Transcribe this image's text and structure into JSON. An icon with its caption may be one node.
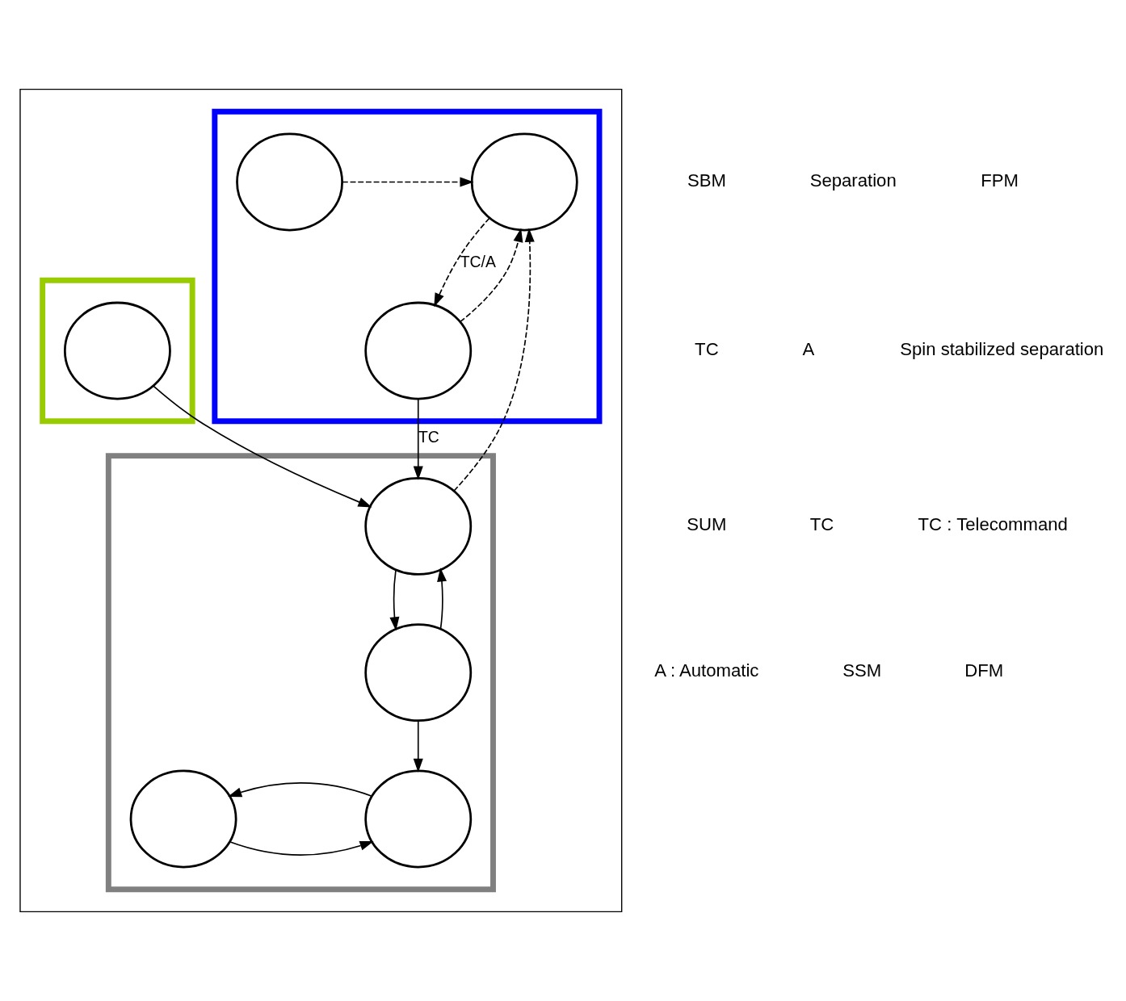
{
  "diagram": {
    "nodes": [
      {
        "text": [],
        "shape": "box"
      },
      {
        "text": [],
        "shape": "box",
        "in": 0
      },
      {
        "text": [],
        "shape": "box",
        "in": 0
      },
      {
        "text": [],
        "shape": "box",
        "in": 0
      },
      {
        "text": [],
        "shape": "circle",
        "in": 1
      },
      {
        "text": [],
        "shape": "circle",
        "in": 1
      },
      {
        "text": [],
        "shape": "circle",
        "in": 1
      },
      {
        "text": [],
        "shape": "circle",
        "in": 2
      },
      {
        "text": [],
        "shape": "circle",
        "in": 3
      },
      {
        "text": [],
        "shape": "circle",
        "in": 3
      },
      {
        "text": [],
        "shape": "circle",
        "in": 3
      },
      {
        "text": [],
        "shape": "circle",
        "in": 3
      }
    ],
    "edges": [
      {
        "from": 4,
        "to": 5,
        "arrow": "to",
        "style": "dashed"
      },
      {
        "from": 5,
        "to": 6,
        "arrow": "to",
        "style": "dashed",
        "label": "TC/A"
      },
      {
        "from": 6,
        "to": 5,
        "arrow": "to",
        "style": "dashed"
      },
      {
        "from": 8,
        "to": 5,
        "arrow": "to",
        "style": "dashed"
      },
      {
        "from": 6,
        "to": 8,
        "arrow": "to",
        "label": "TC"
      },
      {
        "from": 7,
        "to": 8,
        "arrow": "to"
      },
      {
        "from": 8,
        "to": 9,
        "arrow": "to"
      },
      {
        "from": 9,
        "to": 8,
        "arrow": "to"
      },
      {
        "from": 9,
        "to": 10,
        "arrow": "to"
      },
      {
        "from": 11,
        "to": 10,
        "arrow": "to"
      },
      {
        "from": 10,
        "to": 11,
        "arrow": "to"
      }
    ],
    "labels": [
      "SBM",
      "Separation",
      "FPM",
      "TC",
      "A",
      "Spin stabilized separation",
      "SUM",
      "TC",
      "TC : Telecommand",
      "A : Automatic",
      "SSM",
      "DFM"
    ]
  }
}
